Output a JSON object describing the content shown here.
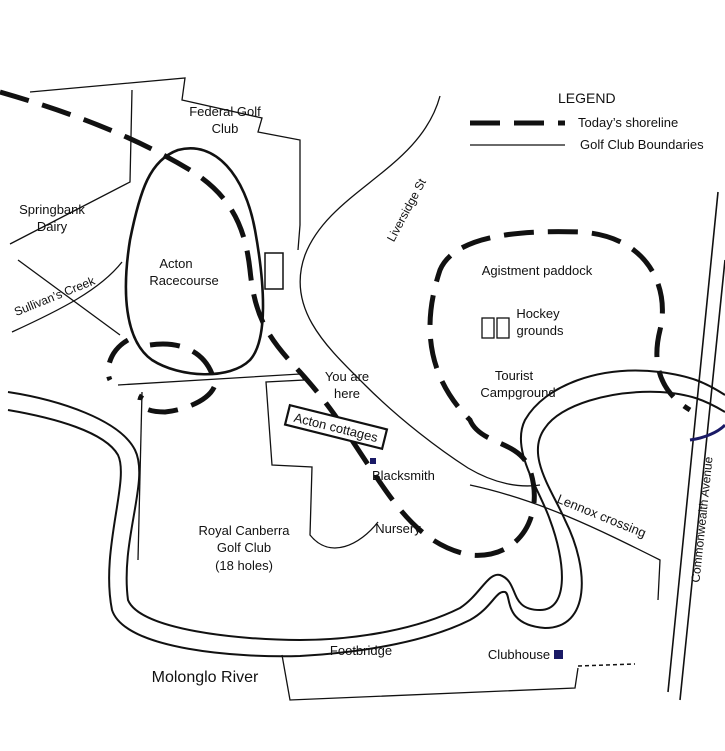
{
  "legend": {
    "title": "LEGEND",
    "shoreline_label": "Today’s shoreline",
    "boundary_label": "Golf Club Boundaries"
  },
  "labels": {
    "federal_golf_club_line1": "Federal Golf",
    "federal_golf_club_line2": "Club",
    "springbank_line1": "Springbank",
    "springbank_line2": "Dairy",
    "sullivans_creek": "Sullivan’s Creek",
    "racecourse_line1": "Acton",
    "racecourse_line2": "Racecourse",
    "liversidge_st": "Liversidge St",
    "agistment_paddock": "Agistment paddock",
    "hockey_line1": "Hockey",
    "hockey_line2": "grounds",
    "tourist_line1": "Tourist",
    "tourist_line2": "Campground",
    "you_are_here_line1": "You are",
    "you_are_here_line2": "here",
    "acton_cottages": "Acton cottages",
    "blacksmith": "Blacksmith",
    "nursery": "Nursery",
    "lennox_crossing": "Lennox crossing",
    "commonwealth_avenue": "Commonwealth Avenue",
    "royal_canberra_line1": "Royal Canberra",
    "royal_canberra_line2": "Golf Club",
    "royal_canberra_line3": "(18 holes)",
    "footbridge": "Footbridge",
    "clubhouse": "Clubhouse",
    "molonglo_river": "Molonglo River"
  },
  "colors": {
    "ink": "#111111",
    "marker_blue": "#1a1a66",
    "background": "#ffffff"
  }
}
